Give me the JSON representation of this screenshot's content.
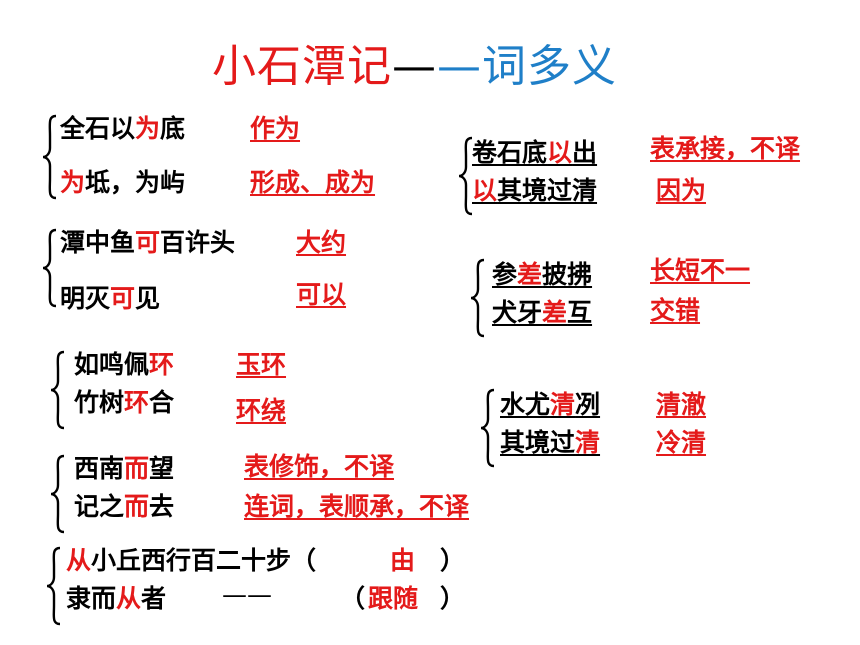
{
  "title": {
    "part1": "小石潭记",
    "dash1": "—",
    "dash2": "—",
    "part2": "词多义"
  },
  "groups": {
    "wei": {
      "line1": {
        "pre": "全石以",
        "key": "为",
        "post": "底"
      },
      "line2": {
        "pre": "",
        "key": "为",
        "post": "坻，为屿"
      },
      "ans1": "作为",
      "ans2": "形成、成为"
    },
    "ke": {
      "line1": {
        "pre": "潭中鱼",
        "key": "可",
        "post": "百许头"
      },
      "line2": {
        "pre": "明灭",
        "key": "可",
        "post": "见"
      },
      "ans1": "大约",
      "ans2": "可以"
    },
    "huan": {
      "line1": {
        "pre": "如鸣佩",
        "key": "环",
        "post": ""
      },
      "line2": {
        "pre": "竹树",
        "key": "环",
        "post": "合"
      },
      "ans1": "玉环",
      "ans2": "环绕"
    },
    "er": {
      "line1": {
        "pre": "西南",
        "key": "而",
        "post": "望"
      },
      "line2": {
        "pre": "记之",
        "key": "而",
        "post": "去"
      },
      "ans1": "表修饰，不译",
      "ans2": "连词，表顺承，不译"
    },
    "cong": {
      "line1": {
        "pre": "",
        "key": "从",
        "post": "小丘西行百二十步（",
        "ans": "由",
        "close": "）"
      },
      "line2": {
        "pre": "隶而",
        "key": "从",
        "post": "者",
        "dash": "——",
        "open": "（",
        "ans": "跟随",
        "close": "）"
      }
    },
    "yi": {
      "line1": {
        "pre": "卷石底",
        "key": "以",
        "post": "出"
      },
      "line2": {
        "pre": "",
        "key": "以",
        "post": "其境过清"
      },
      "ans1": "表承接，不译",
      "ans2": "因为"
    },
    "cha": {
      "line1": {
        "pre": "参",
        "key": "差",
        "post": "披拂"
      },
      "line2": {
        "pre": "犬牙",
        "key": "差",
        "post": "互"
      },
      "ans1": "长短不一",
      "ans2": "交错"
    },
    "qing": {
      "line1": {
        "pre": "水尤",
        "key": "清",
        "post": "冽"
      },
      "line2": {
        "pre": "其境过",
        "key": "清",
        "post": ""
      },
      "ans1": "清澈",
      "ans2": "冷清"
    }
  },
  "colors": {
    "red": "#e41a1a",
    "blue": "#1f7fc8",
    "black": "#000000"
  }
}
